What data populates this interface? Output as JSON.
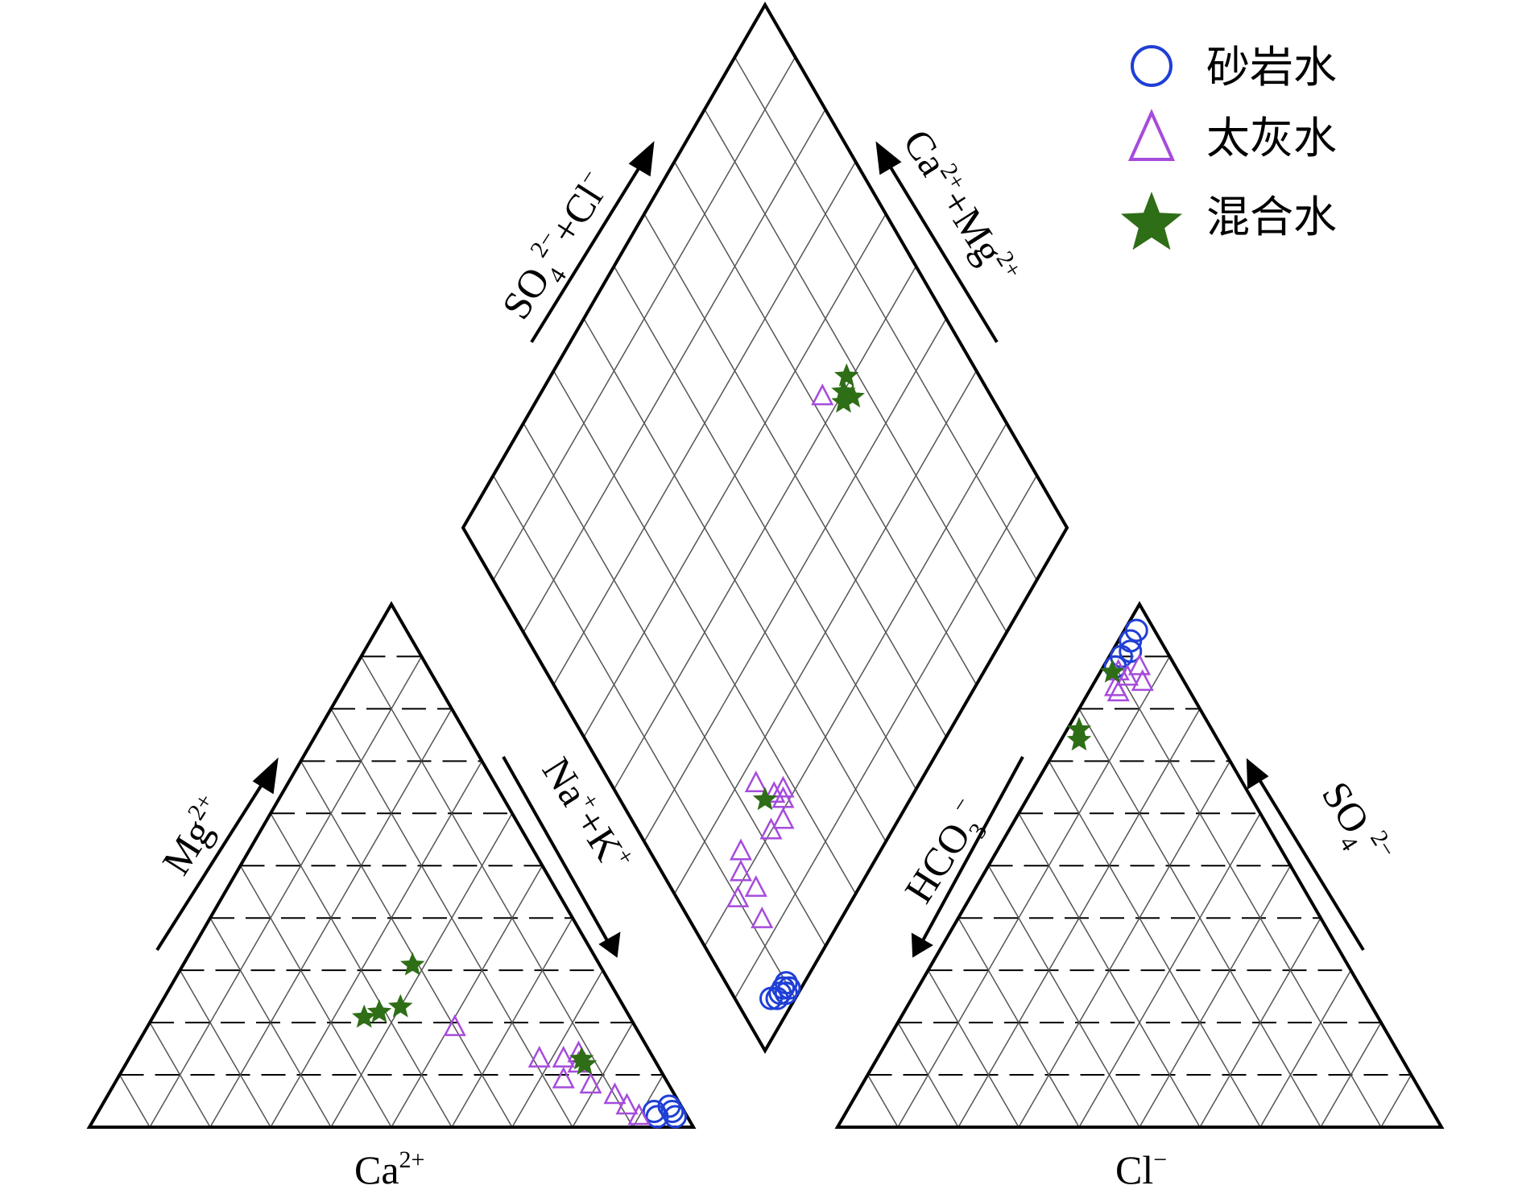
{
  "chart_data": {
    "type": "scatter",
    "diagram": "piper",
    "colors": {
      "sandstone": "#1f3fd6",
      "limestone": "#a64bdc",
      "mixed": "#2e6e16",
      "frame": "#000000",
      "grid": "#555555"
    },
    "legend": {
      "placement": "top-right",
      "items": [
        {
          "label": "砂岩水",
          "marker": "circle",
          "color": "#1f3fd6"
        },
        {
          "label": "太灰水",
          "marker": "triangle",
          "color": "#a64bdc"
        },
        {
          "label": "混合水",
          "marker": "star",
          "color": "#2e6e16"
        }
      ]
    },
    "axes": {
      "cation_bottom": {
        "base": "Ca",
        "sup": "2+"
      },
      "cation_left": {
        "base": "Mg",
        "sup": "2+"
      },
      "cation_right": {
        "a": "Na",
        "a_sup": "+",
        "b": "+K",
        "b_sup": "+"
      },
      "anion_bottom": {
        "base": "Cl",
        "sup": "−"
      },
      "anion_left": {
        "base": "HCO",
        "sub": "3",
        "sup": "−"
      },
      "anion_right": {
        "base": "SO",
        "sub": "4",
        "sup": "2−"
      },
      "diamond_left": {
        "base": "SO",
        "sub": "4",
        "sup": "2−",
        "rest": "+Cl",
        "rest_sup": "−"
      },
      "diamond_right": {
        "base": "Ca",
        "sup": "2+",
        "rest": "+Mg",
        "rest_sup": "2+"
      }
    },
    "series": [
      {
        "name": "砂岩水",
        "cations_mg_na": [
          [
            2,
            96
          ],
          [
            3,
            95
          ],
          [
            4,
            94
          ],
          [
            2,
            93
          ],
          [
            3,
            92
          ]
        ],
        "anions_so4_cl": [
          [
            95,
            2
          ],
          [
            93,
            2
          ],
          [
            91,
            3
          ],
          [
            88,
            2
          ],
          [
            90,
            2
          ]
        ],
        "diamond_so4cl_camg": [
          [
            6,
            4
          ],
          [
            7,
            3
          ],
          [
            8,
            3
          ],
          [
            9,
            3
          ],
          [
            10,
            2
          ],
          [
            9,
            2
          ],
          [
            10,
            3
          ]
        ]
      },
      {
        "name": "太灰水",
        "cations_mg_na": [
          [
            13,
            68
          ],
          [
            13,
            72
          ],
          [
            14,
            74
          ],
          [
            9,
            74
          ],
          [
            8,
            79
          ],
          [
            6,
            84
          ],
          [
            4,
            87
          ],
          [
            2,
            90
          ],
          [
            19,
            51
          ],
          [
            12,
            75
          ]
        ],
        "anions_so4_cl": [
          [
            85,
            8
          ],
          [
            88,
            6
          ],
          [
            86,
            5
          ],
          [
            83,
            5
          ],
          [
            84,
            4
          ],
          [
            87,
            3
          ]
        ],
        "diamond_so4cl_camg": [
          [
            72,
            53
          ],
          [
            24,
            27
          ],
          [
            22,
            20
          ],
          [
            26,
            23
          ],
          [
            27,
            21
          ],
          [
            28,
            22
          ],
          [
            25,
            19
          ],
          [
            15,
            23
          ],
          [
            13,
            21
          ],
          [
            14,
            17
          ],
          [
            12,
            13
          ],
          [
            10,
            19
          ]
        ]
      },
      {
        "name": "混合水",
        "cations_mg_na": [
          [
            31,
            38
          ],
          [
            22,
            37
          ],
          [
            23,
            40
          ],
          [
            21,
            35
          ],
          [
            12,
            76
          ],
          [
            13,
            75
          ]
        ],
        "anions_so4_cl": [
          [
            87,
            2
          ],
          [
            74,
            3
          ],
          [
            76,
            2
          ]
        ],
        "diamond_so4cl_camg": [
          [
            76,
            50
          ],
          [
            75,
            49
          ],
          [
            78,
            51
          ],
          [
            77,
            48
          ],
          [
            24,
            24
          ]
        ]
      }
    ]
  }
}
